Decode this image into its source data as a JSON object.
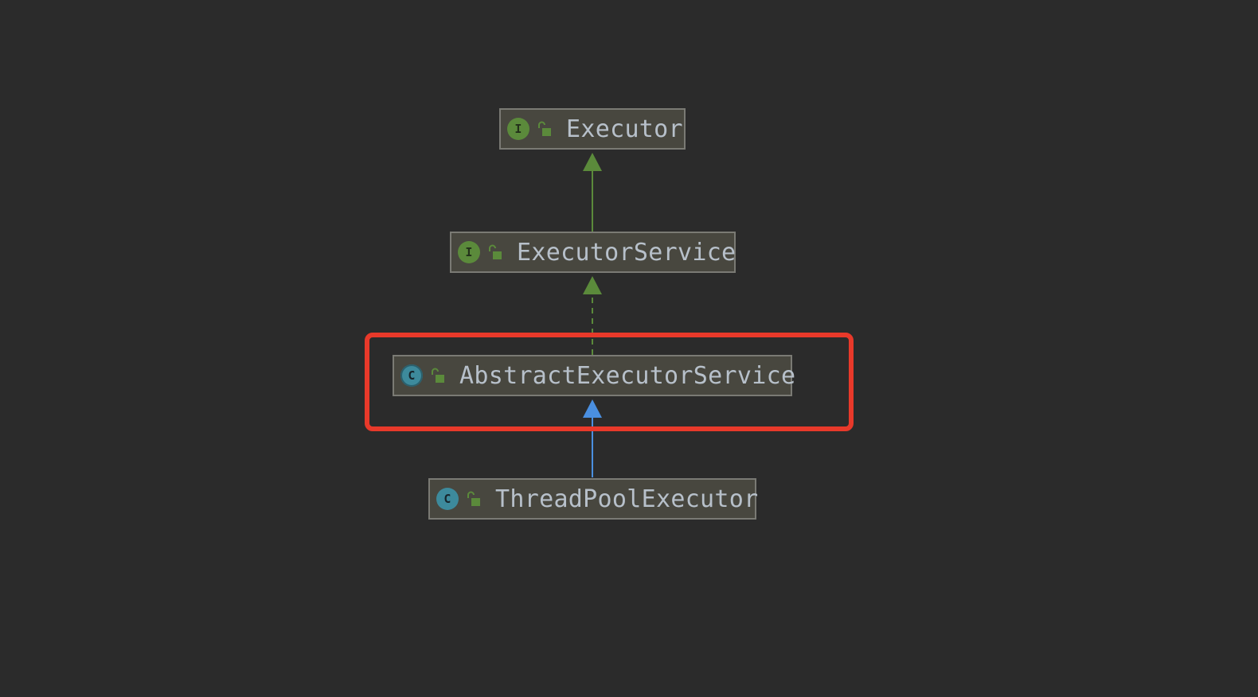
{
  "diagram": {
    "nodes": [
      {
        "id": "executor",
        "name": "Executor",
        "kind": "interface",
        "kind_letter": "I",
        "access": "public"
      },
      {
        "id": "executor-service",
        "name": "ExecutorService",
        "kind": "interface",
        "kind_letter": "I",
        "access": "public"
      },
      {
        "id": "abstract-executor-service",
        "name": "AbstractExecutorService",
        "kind": "abstract-class",
        "kind_letter": "C",
        "access": "public"
      },
      {
        "id": "thread-pool-executor",
        "name": "ThreadPoolExecutor",
        "kind": "class",
        "kind_letter": "C",
        "access": "public"
      }
    ],
    "edges": [
      {
        "from": "executor-service",
        "to": "executor",
        "type": "extends",
        "style": "solid",
        "color": "#5b8a3b"
      },
      {
        "from": "abstract-executor-service",
        "to": "executor-service",
        "type": "implements",
        "style": "dashed",
        "color": "#5b8a3b"
      },
      {
        "from": "thread-pool-executor",
        "to": "abstract-executor-service",
        "type": "extends",
        "style": "solid",
        "color": "#4a8fe0"
      }
    ],
    "highlighted_node": "abstract-executor-service",
    "colors": {
      "background": "#2b2b2b",
      "node_fill": "#48473f",
      "node_border": "#7a7a74",
      "text": "#b7c0ca",
      "interface_icon": "#5b8a3b",
      "class_icon": "#3d8a9c",
      "highlight": "#e8392a"
    }
  }
}
